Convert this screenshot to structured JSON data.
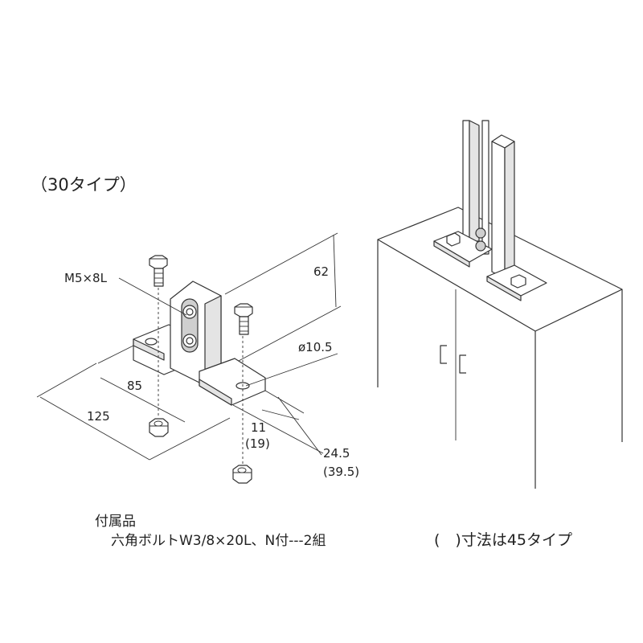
{
  "heading": "（30タイプ）",
  "dimensions": {
    "bolt_size": "M5×8L",
    "height": "62",
    "hole_diameter": "ø10.5",
    "inner_length": "85",
    "outer_length": "125",
    "offset_30": "11",
    "offset_45": "(19)",
    "width_30": "24.5",
    "width_45": "(39.5)"
  },
  "accessories": {
    "title": "付属品",
    "item": "六角ボルトW3/8×20L、N付---2組"
  },
  "note": "(　)寸法は45タイプ"
}
